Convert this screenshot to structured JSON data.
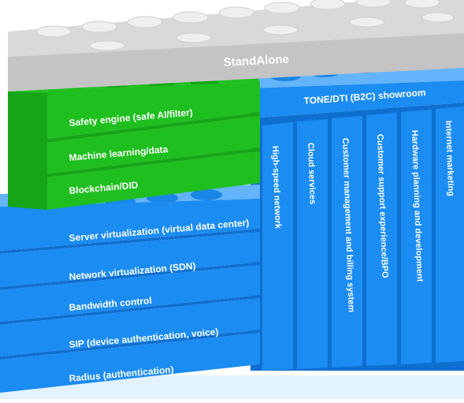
{
  "diagram": {
    "top_block": {
      "label": "StandAlone"
    },
    "green_stack": {
      "layers": [
        {
          "label": "Safety engine (safe AI/filter)"
        },
        {
          "label": "Machine learning/data"
        },
        {
          "label": "Blockchain/DID"
        }
      ]
    },
    "blue_stack": {
      "layers": [
        {
          "label": "Server virtualization (virtual data center)"
        },
        {
          "label": "Network virtualization (SDN)"
        },
        {
          "label": "Bandwidth control"
        },
        {
          "label": "SIP (device authentication, voice)"
        },
        {
          "label": "Radius (authentication)"
        }
      ]
    },
    "right_block": {
      "header": "TONE/DTI (B2C) showroom",
      "columns": [
        {
          "label": "High-speed network"
        },
        {
          "label": "Cloud services"
        },
        {
          "label": "Customer management and billing system"
        },
        {
          "label": "Customer support experience/BPO"
        },
        {
          "label": "Hardware planning and development"
        },
        {
          "label": "Internet marketing"
        }
      ]
    },
    "colors": {
      "gray_top": "#d9d9d9",
      "gray_front": "#c4c4c4",
      "green": "#1fbf1f",
      "green_dark": "#16a516",
      "blue": "#1b8cf2",
      "blue_dark": "#0f6fd0",
      "blue_light": "#63b4fa",
      "floor": "#e2f2fe"
    }
  }
}
